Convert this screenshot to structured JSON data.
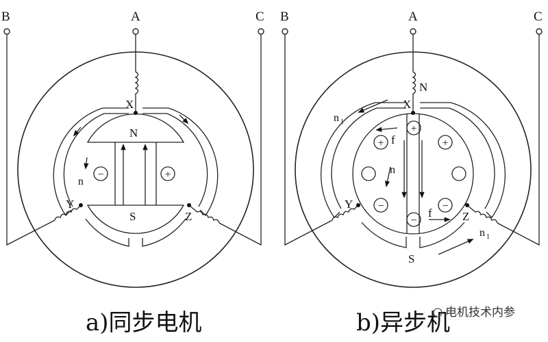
{
  "left": {
    "terminals": {
      "a": "A",
      "b": "B",
      "c": "C"
    },
    "phase_points": {
      "x": "X",
      "y": "Y",
      "z": "Z"
    },
    "poles": {
      "north": "N",
      "south": "S"
    },
    "speed_label": "n",
    "minus_sign": "−",
    "plus_sign": "+",
    "caption": "a)同步电机"
  },
  "right": {
    "terminals": {
      "a": "A",
      "b": "B",
      "c": "C"
    },
    "phase_points": {
      "x": "X",
      "y": "Y",
      "z": "Z"
    },
    "poles": {
      "north": "N",
      "south": "S"
    },
    "rotor_speed_label": "n",
    "field_speed_label_main": "n",
    "field_speed_label_sub": "1",
    "force_label": "f",
    "minus_sign": "−",
    "plus_sign": "+",
    "caption": "b)异步机"
  },
  "watermark": {
    "text": "电机技术内参"
  }
}
